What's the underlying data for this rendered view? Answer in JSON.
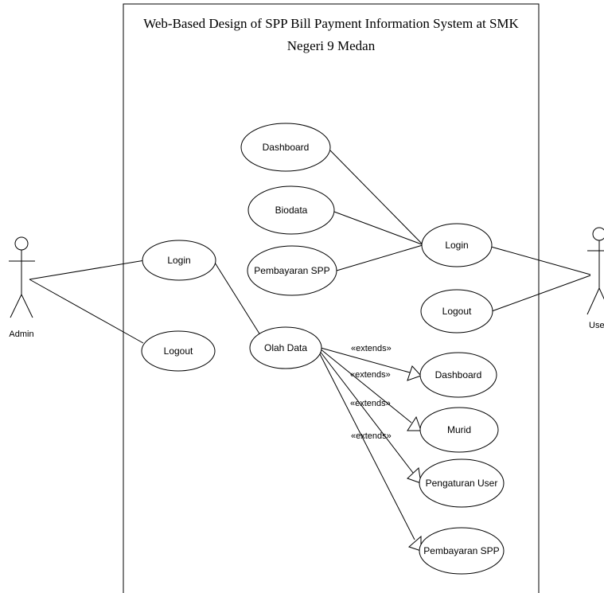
{
  "system": {
    "title_line1": "Web-Based Design of SPP Bill Payment Information System at SMK",
    "title_line2": "Negeri 9 Medan"
  },
  "actors": {
    "admin": "Admin",
    "user": "User"
  },
  "use_cases": {
    "admin_login": "Login",
    "admin_logout": "Logout",
    "olah_data": "Olah Data",
    "dashboard_user": "Dashboard",
    "biodata": "Biodata",
    "pembayaran_user": "Pembayaran SPP",
    "user_login": "Login",
    "user_logout": "Logout",
    "ext_dashboard": "Dashboard",
    "ext_murid": "Murid",
    "ext_pengaturan": "Pengaturan User",
    "ext_pembayaran": "Pembayaran SPP"
  },
  "stereotypes": {
    "ext1": "«extends»",
    "ext2": "«extends»",
    "ext3": "«extends»",
    "ext4": "«extends»"
  }
}
